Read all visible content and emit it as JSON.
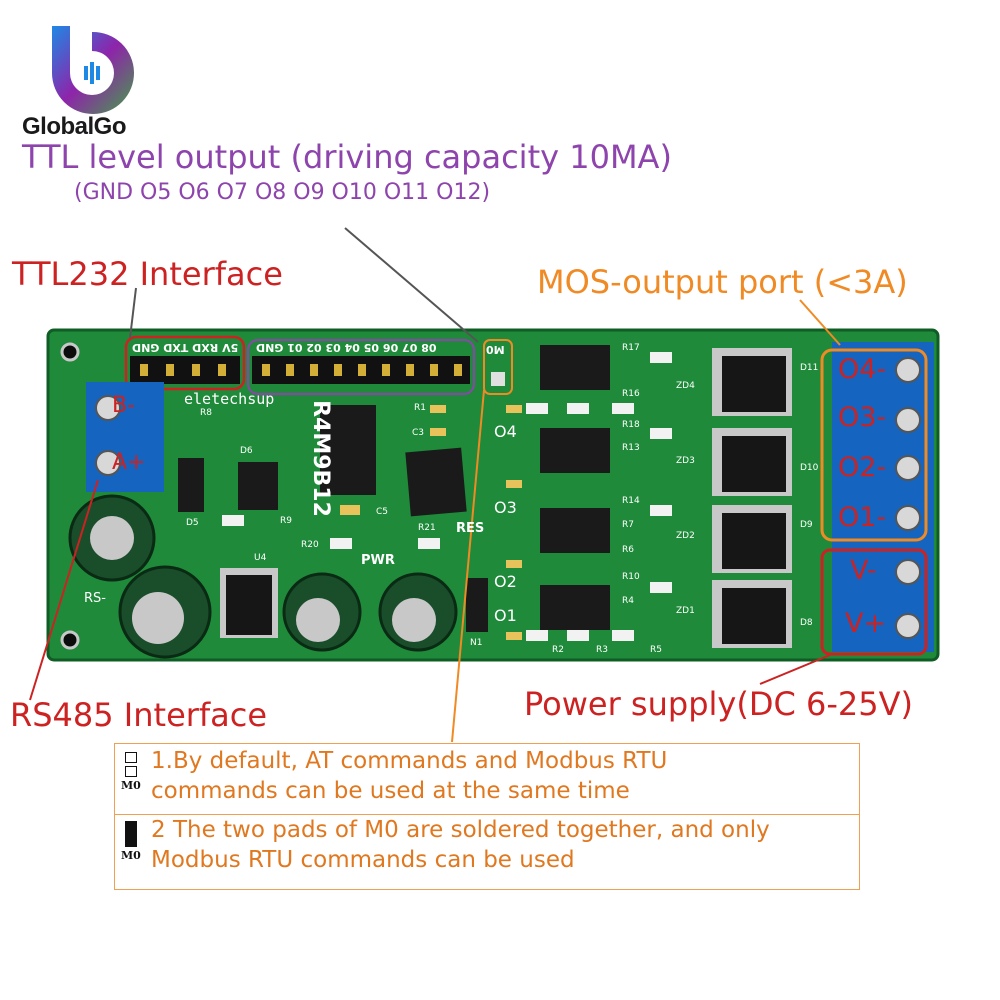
{
  "brand": {
    "name": "GlobalGo"
  },
  "ttl_output": {
    "title": "TTL level output (driving capacity 10MA)",
    "pins": "(GND O5 O6 O7 O8 O9 O10 O11 O12)"
  },
  "labels": {
    "ttl232": "TTL232 Interface",
    "mos_output": "MOS-output port (<3A)",
    "rs485": "RS485 Interface",
    "power": "Power supply(DC 6-25V)"
  },
  "board": {
    "header_left": "5V RXD TXD GND",
    "header_mid": "08 07 06 05 04 03 02 01 GND",
    "m0_pad": "M0",
    "silk_brand": "eletechsup",
    "silk_model": "R4M9B12",
    "pwr": "PWR",
    "res": "RES",
    "rs": "RS-",
    "terminal_left": [
      "B-",
      "A+"
    ],
    "terminal_right": [
      "O4-",
      "O3-",
      "O2-",
      "O1-",
      "V-",
      "V+"
    ],
    "out_labels": [
      "O4",
      "O3",
      "O2",
      "O1"
    ],
    "refs": [
      "R17",
      "R16",
      "R18",
      "R13",
      "R14",
      "R7",
      "R6",
      "R10",
      "R4",
      "R8",
      "R9",
      "R1",
      "R2",
      "R3",
      "R5",
      "R20",
      "R21",
      "C3",
      "C5",
      "D5",
      "D6",
      "D11",
      "D10",
      "D9",
      "D8",
      "ZD4",
      "ZD3",
      "ZD2",
      "ZD1",
      "U4",
      "N1"
    ]
  },
  "notes": [
    {
      "label": "M0",
      "line1": "1.By default, AT commands and Modbus RTU",
      "line2": "commands can be used at the same time"
    },
    {
      "label": "M0",
      "line1": "2 The two pads of M0 are soldered together, and only",
      "line2": "Modbus RTU commands can be used"
    }
  ],
  "colors": {
    "pcb": "#1f8a3a",
    "terminal_blue": "#1565c0",
    "callout_red": "#cc2222",
    "callout_orange": "#f08a24",
    "callout_purple": "#8e44ad"
  }
}
